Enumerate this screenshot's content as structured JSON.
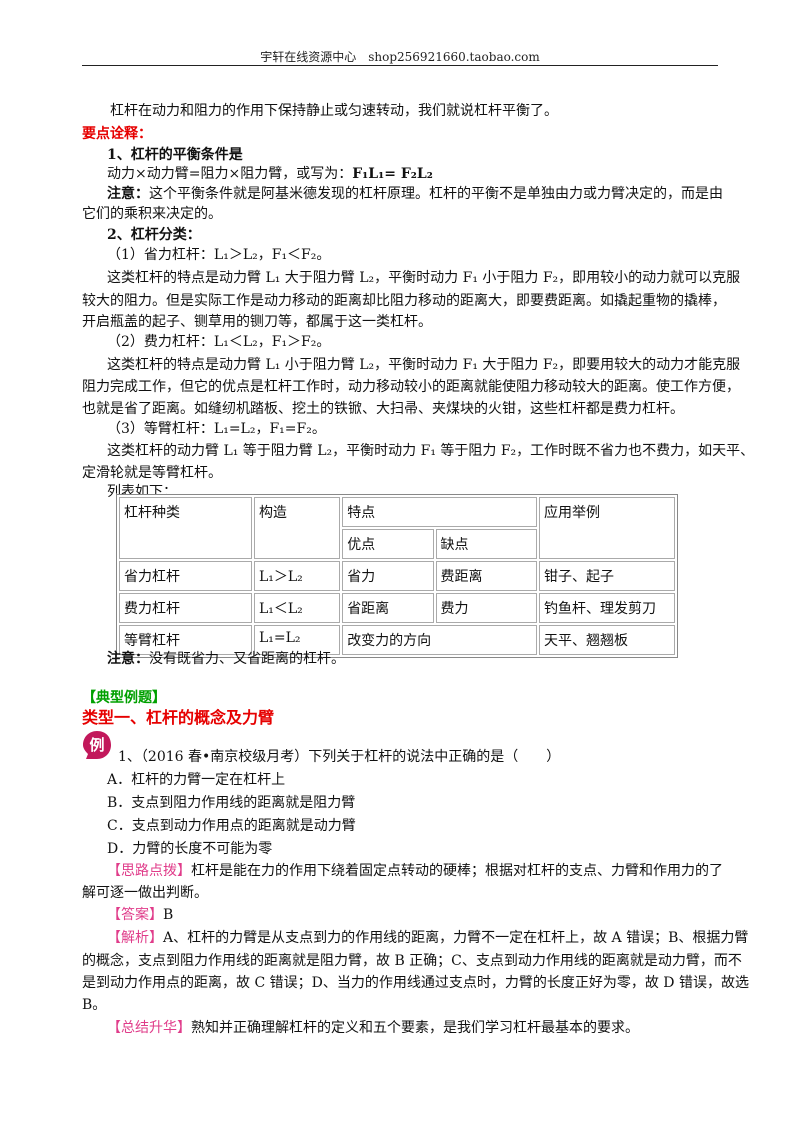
{
  "header": {
    "text": "宇轩在线资源中心　shop256921660.taobao.com"
  },
  "intro": "杠杆在动力和阻力的作用下保持静止或匀速转动，我们就说杠杆平衡了。",
  "key_points_title": "要点诠释：",
  "s1_title": "1、杠杆的平衡条件是",
  "s1_formula_text": "动力×动力臂=阻力×阻力臂，或写为：",
  "s1_formula": "F₁L₁= F₂L₂",
  "s1_note_label": "注意：",
  "s1_note_1": "这个平衡条件就是阿基米德发现的杠杆原理。杠杆的平衡不是单独由力或力臂决定的，而是由",
  "s1_note_2": "它们的乘积来决定的。",
  "s2_title": "2、杠杆分类：",
  "c1_title": "（1）省力杠杆：L₁＞L₂，F₁＜F₂。",
  "c1_p1": "这类杠杆的特点是动力臂 L₁ 大于阻力臂 L₂，平衡时动力 F₁ 小于阻力 F₂，即用较小的动力就可以克服",
  "c1_p2": "较大的阻力。但是实际工作是动力移动的距离却比阻力移动的距离大，即要费距离。如撬起重物的撬棒，",
  "c1_p3": "开启瓶盖的起子、铡草用的铡刀等，都属于这一类杠杆。",
  "c2_title": "（2）费力杠杆：L₁＜L₂，F₁＞F₂。",
  "c2_p1": "这类杠杆的特点是动力臂 L₁ 小于阻力臂 L₂，平衡时动力 F₁ 大于阻力 F₂，即要用较大的动力才能克服",
  "c2_p2": "阻力完成工作，但它的优点是杠杆工作时，动力移动较小的距离就能使阻力移动较大的距离。使工作方便，",
  "c2_p3": "也就是省了距离。如缝纫机踏板、挖土的铁锨、大扫帚、夹煤块的火钳，这些杠杆都是费力杠杆。",
  "c3_title": "（3）等臂杠杆：L₁=L₂，F₁=F₂。",
  "c3_p1": "这类杠杆的动力臂 L₁ 等于阻力臂 L₂，平衡时动力 F₁ 等于阻力 F₂，工作时既不省力也不费力，如天平、",
  "c3_p2": "定滑轮就是等臂杠杆。",
  "table_intro": "列表如下：",
  "table": {
    "h_type": "杠杆种类",
    "h_struct": "构造",
    "h_feature": "特点",
    "h_adv": "优点",
    "h_dis": "缺点",
    "h_app": "应用举例",
    "rows": [
      {
        "type": "省力杠杆",
        "struct": "L₁＞L₂",
        "adv": "省力",
        "dis": "费距离",
        "app": "钳子、起子"
      },
      {
        "type": "费力杠杆",
        "struct": "L₁＜L₂",
        "adv": "省距离",
        "dis": "费力",
        "app": "钓鱼杆、理发剪刀"
      },
      {
        "type": "等臂杠杆",
        "struct": "L₁=L₂",
        "merged": "改变力的方向",
        "app": "天平、翘翘板"
      }
    ]
  },
  "note2_label": "注意：",
  "note2": "没有既省力、又省距离的杠杆。",
  "examples_title": "【典型例题】",
  "type1_title": "类型一、杠杆的概念及力臂",
  "badge_char": "例",
  "q1": "1、（2016 春•南京校级月考）下列关于杠杆的说法中正确的是（　　）",
  "options": [
    "A．杠杆的力臂一定在杠杆上",
    "B．支点到阻力作用线的距离就是阻力臂",
    "C．支点到动力作用点的距离就是动力臂",
    "D．力臂的长度不可能为零"
  ],
  "hint_label": "【思路点拨】",
  "hint_1": "杠杆是能在力的作用下绕着固定点转动的硬棒；根据对杠杆的支点、力臂和作用力的了",
  "hint_2": "解可逐一做出判断。",
  "answer_label": "【答案】",
  "answer": "B",
  "analysis_label": "【解析】",
  "analysis_1": "A、杠杆的力臂是从支点到力的作用线的距离，力臂不一定在杠杆上，故 A 错误；B、根据力臂",
  "analysis_2": "的概念，支点到阻力作用线的距离就是阻力臂，故 B 正确；C、支点到动力作用线的距离就是动力臂，而不",
  "analysis_3": "是到动力作用点的距离，故 C 错误；D、当力的作用线通过支点时，力臂的长度正好为零，故 D 错误，故选",
  "analysis_4": "B。",
  "summary_label": "【总结升华】",
  "summary": "熟知并正确理解杠杆的定义和五个要素，是我们学习杠杆最基本的要求。",
  "colors": {
    "red": "#e60000",
    "green": "#00a000",
    "tag": "#e03c8a",
    "badge": "#c2185b"
  }
}
